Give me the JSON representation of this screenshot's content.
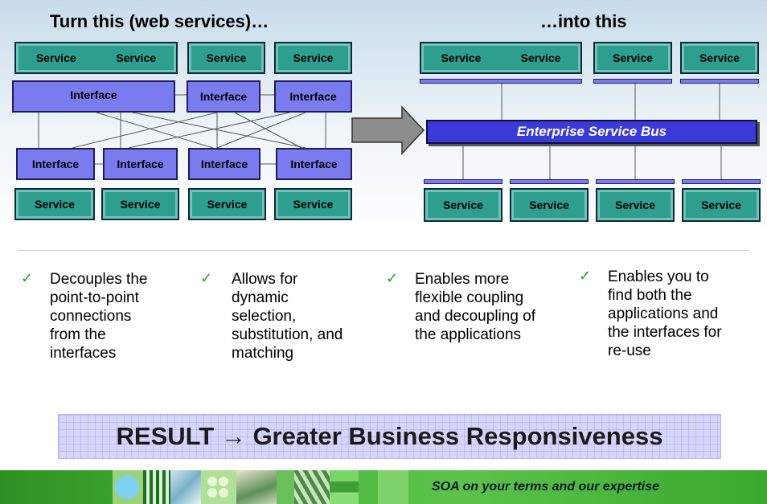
{
  "headings": {
    "left": "Turn this (web services)…",
    "right": "…into this"
  },
  "labels": {
    "service": "Service",
    "interface": "Interface",
    "esb": "Enterprise Service Bus"
  },
  "bullets": [
    {
      "lines": [
        "Decouples the",
        "point-to-point",
        "connections",
        "from the",
        "interfaces"
      ]
    },
    {
      "lines": [
        "Allows for",
        "dynamic",
        "selection,",
        "substitution, and",
        "matching"
      ]
    },
    {
      "lines": [
        "Enables more",
        "flexible coupling",
        "and decoupling of",
        "the applications"
      ]
    },
    {
      "lines": [
        "Enables you to",
        "find both the",
        "applications and",
        "the interfaces for",
        "re-use"
      ]
    }
  ],
  "check_icon": "checkmark-icon",
  "result": "RESULT → Greater Business Responsiveness",
  "footer": {
    "tagline": "SOA on your terms and our expertise"
  },
  "colors": {
    "service": "#2e9e8f",
    "interface": "#7b7bf0",
    "esb": "#3a3ad8",
    "arrow": "#8c8c8c",
    "footer": "#46b33a"
  }
}
